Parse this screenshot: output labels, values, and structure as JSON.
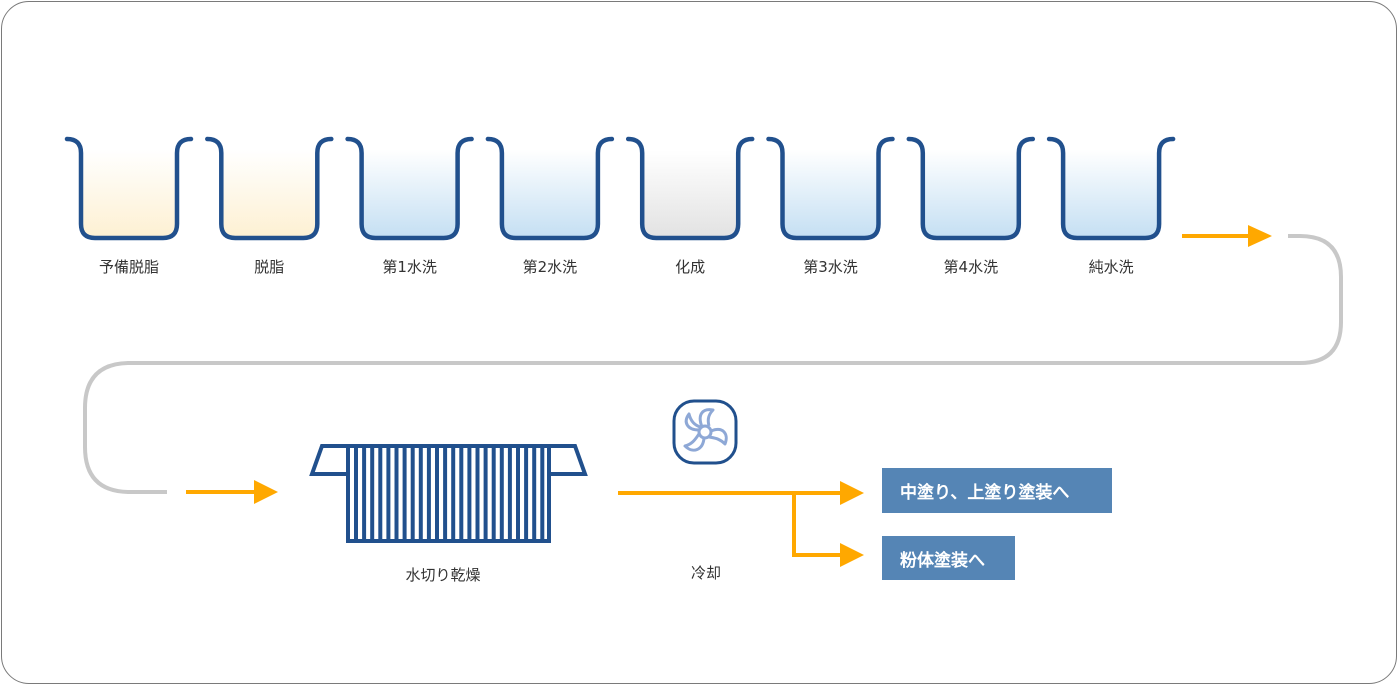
{
  "diagram": {
    "title": "",
    "colors": {
      "tank_outline": "#21508d",
      "flow_arrow": "#ffa800",
      "connector": "#c8c8c8",
      "destination_box": "#5585b5",
      "fan_outline": "#21508d",
      "fan_blades": "#8ea8d6"
    },
    "tanks": [
      {
        "label": "予備脱脂",
        "fill": "#fdf0d2"
      },
      {
        "label": "脱脂",
        "fill": "#fdf0d2"
      },
      {
        "label": "第1水洗",
        "fill": "#c4dff3"
      },
      {
        "label": "第2水洗",
        "fill": "#c4dff3"
      },
      {
        "label": "化成",
        "fill": "#e2e2e2"
      },
      {
        "label": "第3水洗",
        "fill": "#c4dff3"
      },
      {
        "label": "第4水洗",
        "fill": "#c4dff3"
      },
      {
        "label": "純水洗",
        "fill": "#c4dff3"
      }
    ],
    "dryer": {
      "label": "水切り乾燥",
      "icon": "dryer-rack-icon"
    },
    "cooling": {
      "label": "冷却",
      "icon": "fan-icon"
    },
    "destinations": [
      {
        "label": "中塗り、上塗り塗装へ"
      },
      {
        "label": "粉体塗装へ"
      }
    ]
  }
}
